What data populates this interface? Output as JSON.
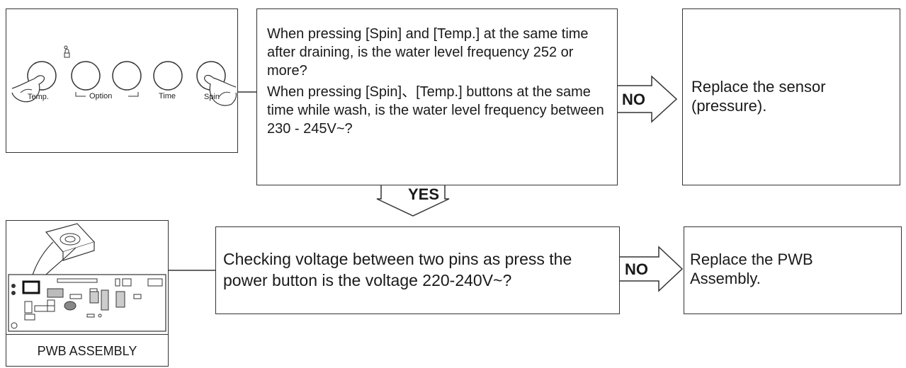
{
  "panel": {
    "temp": "Temp.",
    "option": "Option",
    "time": "Time",
    "spin": "Spin"
  },
  "question1": {
    "line_a": "When pressing [Spin] and [Temp.] at the same time after draining, is  the water level frequency 252 or more?",
    "line_b": "When pressing  [Spin]、[Temp.] buttons at the same time while wash, is the water level frequency between 230 - 245V~?"
  },
  "answers": {
    "no": "NO",
    "yes": "YES"
  },
  "result1": "Replace the sensor (pressure).",
  "question2": "Checking voltage between two pins as press the power button is the voltage 220-240V~?",
  "result2": "Replace the PWB Assembly.",
  "pwb_label": "PWB ASSEMBLY"
}
